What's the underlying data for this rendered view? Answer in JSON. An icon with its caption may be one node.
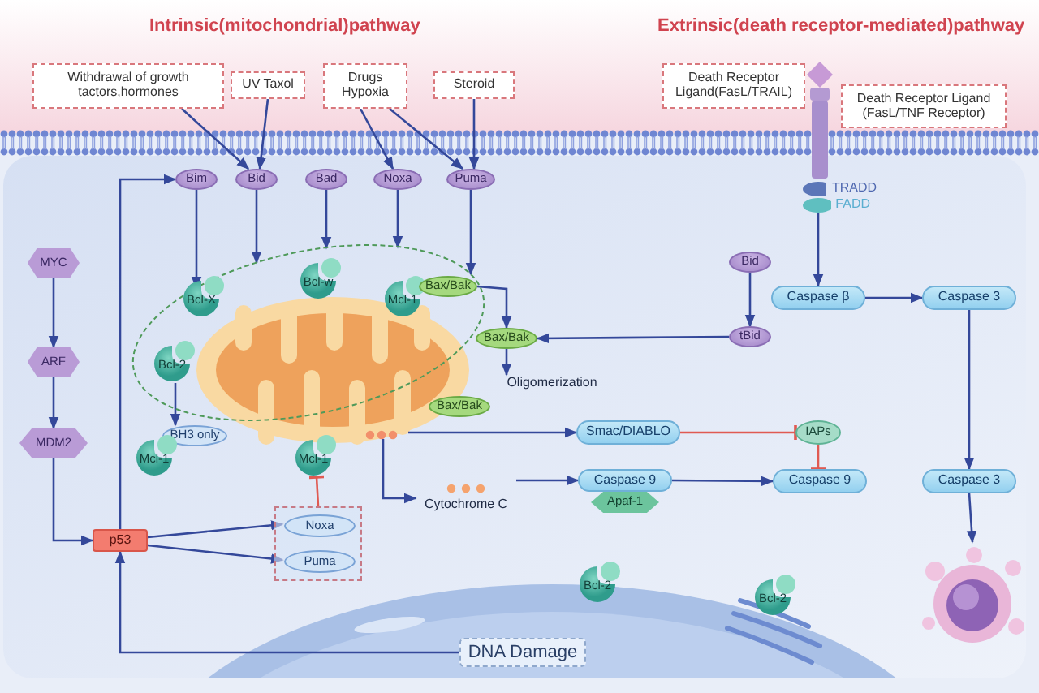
{
  "diagram": {
    "nodes": [
      {
        "text": [
          "Withdrawal of growth tactors,hormones"
        ]
      },
      {
        "text": [
          "UV Taxol"
        ]
      },
      {
        "text": [
          "Drugs Hypoxia"
        ]
      },
      {
        "text": [
          "Steroid"
        ]
      },
      {
        "text": [
          "Death Receptor Ligand(FasL/TRAIL)"
        ]
      },
      {
        "text": [
          "Death Receptor Ligand (FasL/TNF Receptor)"
        ]
      },
      {
        "text": [],
        "shape": "bar"
      },
      {
        "text": [
          "TRADD"
        ]
      },
      {
        "text": [
          "FADD"
        ]
      },
      {
        "text": [
          "Bim"
        ]
      },
      {
        "text": [
          "Bid"
        ]
      },
      {
        "text": [
          "Bad"
        ]
      },
      {
        "text": [
          "Noxa"
        ]
      },
      {
        "text": [
          "Puma"
        ]
      },
      {
        "text": [
          "MYC"
        ]
      },
      {
        "text": [
          "ARF"
        ]
      },
      {
        "text": [
          "MDM2"
        ]
      },
      {
        "text": [],
        "shape": "ellipse"
      },
      {
        "text": [],
        "shape": "picture"
      },
      {
        "text": [
          "Bcl-X"
        ],
        "in": 17
      },
      {
        "text": [
          "Bcl-w"
        ],
        "in": 17
      },
      {
        "text": [
          "Mcl-1"
        ],
        "in": 17
      },
      {
        "text": [
          "Bax/Bak"
        ],
        "in": 17
      },
      {
        "text": [
          "Bcl-2"
        ],
        "in": 17
      },
      {
        "text": [
          "Bax/Bak"
        ]
      },
      {
        "text": [
          "Oligomerization"
        ]
      },
      {
        "text": [
          "Bax/Bak"
        ]
      },
      {
        "text": [
          "BH3 only"
        ]
      },
      {
        "text": [
          "Mcl-1"
        ]
      },
      {
        "text": [
          "Mcl-1"
        ]
      },
      {
        "text": [],
        "shape": "box"
      },
      {
        "text": [
          "Noxa"
        ],
        "in": 30
      },
      {
        "text": [
          "Puma"
        ],
        "in": 30
      },
      {
        "text": [
          "p53"
        ]
      },
      {
        "text": [
          "Bid"
        ]
      },
      {
        "text": [
          "tBid"
        ]
      },
      {
        "text": [
          "Caspase β"
        ]
      },
      {
        "text": [
          "Caspase 3"
        ]
      },
      {
        "text": [
          "Smac/DIABLO"
        ]
      },
      {
        "text": [
          "IAPs"
        ]
      },
      {
        "text": [
          "Cytochrome C"
        ]
      },
      {
        "text": [
          "Caspase 9"
        ]
      },
      {
        "text": [
          "Apaf-1"
        ]
      },
      {
        "text": [
          "Caspase 9"
        ]
      },
      {
        "text": [
          "Caspase 3"
        ]
      },
      {
        "text": [],
        "shape": "picture"
      },
      {
        "text": [
          "Bcl-2"
        ]
      },
      {
        "text": [
          "Bcl-2"
        ]
      },
      {
        "text": [
          "DNA Damage"
        ]
      }
    ],
    "edges": [
      {
        "from": 0,
        "to": 10,
        "arrow": "to"
      },
      {
        "from": 1,
        "to": 10,
        "arrow": "to"
      },
      {
        "from": 2,
        "to": 12,
        "arrow": "to"
      },
      {
        "from": 2,
        "to": 13,
        "arrow": "to"
      },
      {
        "from": 3,
        "to": 13,
        "arrow": "to"
      },
      {
        "from": 9,
        "to": 17,
        "arrow": "to"
      },
      {
        "from": 10,
        "to": 17,
        "arrow": "to"
      },
      {
        "from": 11,
        "to": 17,
        "arrow": "to"
      },
      {
        "from": 12,
        "to": 17,
        "arrow": "to"
      },
      {
        "from": 13,
        "to": 17,
        "arrow": "to"
      },
      {
        "from": 14,
        "to": 15,
        "arrow": "to"
      },
      {
        "from": 15,
        "to": 16,
        "arrow": "to"
      },
      {
        "from": 16,
        "to": 33,
        "arrow": "to"
      },
      {
        "from": 33,
        "to": 9,
        "arrow": "to"
      },
      {
        "from": 48,
        "to": 33,
        "arrow": "to"
      },
      {
        "from": 33,
        "to": 31,
        "arrow": "to"
      },
      {
        "from": 33,
        "to": 32,
        "arrow": "to"
      },
      {
        "from": 30,
        "to": 29,
        "arrow": "other",
        "color": "#e05a52"
      },
      {
        "from": 23,
        "to": 27,
        "arrow": "to"
      },
      {
        "from": 22,
        "to": 24,
        "arrow": "to"
      },
      {
        "from": 35,
        "to": 24,
        "arrow": "to"
      },
      {
        "from": 24,
        "to": 25,
        "arrow": "to"
      },
      {
        "from": 34,
        "to": 35,
        "arrow": "to"
      },
      {
        "from": 8,
        "to": 36,
        "arrow": "to"
      },
      {
        "from": 36,
        "to": 37,
        "arrow": "to"
      },
      {
        "from": 37,
        "to": 44,
        "arrow": "to"
      },
      {
        "from": 44,
        "to": 45,
        "arrow": "to"
      },
      {
        "from": 18,
        "to": 38,
        "arrow": "to"
      },
      {
        "from": 18,
        "to": 40,
        "arrow": "to"
      },
      {
        "from": 40,
        "to": 41,
        "arrow": "to"
      },
      {
        "from": 41,
        "to": 43,
        "arrow": "to"
      },
      {
        "from": 38,
        "to": 39,
        "arrow": "other",
        "color": "#e05a52"
      },
      {
        "from": 39,
        "to": 43,
        "arrow": "other",
        "color": "#e05a52"
      }
    ],
    "labels": [
      "Intrinsic(mitochondrial)pathway",
      "Extrinsic(death receptor-mediated)pathway"
    ]
  }
}
